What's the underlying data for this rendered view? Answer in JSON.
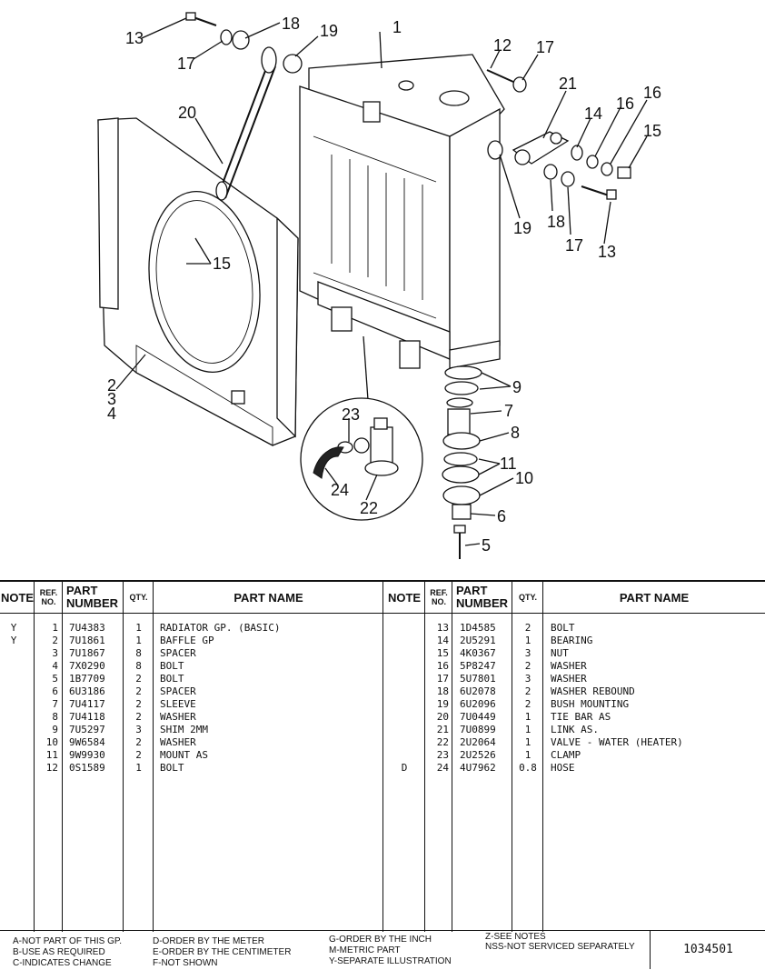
{
  "callouts": [
    "1",
    "2",
    "3",
    "4",
    "5",
    "6",
    "7",
    "8",
    "9",
    "10",
    "11",
    "12",
    "13",
    "14",
    "15",
    "16",
    "17",
    "18",
    "19",
    "20",
    "21",
    "22",
    "23",
    "24"
  ],
  "table": {
    "headers": {
      "note": "NOTE",
      "ref_no_1": "REF.",
      "ref_no_2": "NO.",
      "part_number_1": "PART",
      "part_number_2": "NUMBER",
      "qty": "QTY.",
      "part_name": "PART NAME"
    },
    "left": [
      {
        "note": "Y",
        "ref": "1",
        "part": "7U4383",
        "qty": "1",
        "name": "RADIATOR GP. (BASIC)"
      },
      {
        "note": "Y",
        "ref": "2",
        "part": "7U1861",
        "qty": "1",
        "name": "BAFFLE GP"
      },
      {
        "note": "",
        "ref": "3",
        "part": "7U1867",
        "qty": "8",
        "name": "SPACER"
      },
      {
        "note": "",
        "ref": "4",
        "part": "7X0290",
        "qty": "8",
        "name": "BOLT"
      },
      {
        "note": "",
        "ref": "5",
        "part": "1B7709",
        "qty": "2",
        "name": "BOLT"
      },
      {
        "note": "",
        "ref": "6",
        "part": "6U3186",
        "qty": "2",
        "name": "SPACER"
      },
      {
        "note": "",
        "ref": "7",
        "part": "7U4117",
        "qty": "2",
        "name": "SLEEVE"
      },
      {
        "note": "",
        "ref": "8",
        "part": "7U4118",
        "qty": "2",
        "name": "WASHER"
      },
      {
        "note": "",
        "ref": "9",
        "part": "7U5297",
        "qty": "3",
        "name": "SHIM 2MM"
      },
      {
        "note": "",
        "ref": "10",
        "part": "9W6584",
        "qty": "2",
        "name": "WASHER"
      },
      {
        "note": "",
        "ref": "11",
        "part": "9W9930",
        "qty": "2",
        "name": "MOUNT AS"
      },
      {
        "note": "",
        "ref": "12",
        "part": "0S1589",
        "qty": "1",
        "name": "BOLT"
      }
    ],
    "right": [
      {
        "note": "",
        "ref": "13",
        "part": "1D4585",
        "qty": "2",
        "name": "BOLT"
      },
      {
        "note": "",
        "ref": "14",
        "part": "2U5291",
        "qty": "1",
        "name": "BEARING"
      },
      {
        "note": "",
        "ref": "15",
        "part": "4K0367",
        "qty": "3",
        "name": "NUT"
      },
      {
        "note": "",
        "ref": "16",
        "part": "5P8247",
        "qty": "2",
        "name": "WASHER"
      },
      {
        "note": "",
        "ref": "17",
        "part": "5U7801",
        "qty": "3",
        "name": "WASHER"
      },
      {
        "note": "",
        "ref": "18",
        "part": "6U2078",
        "qty": "2",
        "name": "WASHER REBOUND"
      },
      {
        "note": "",
        "ref": "19",
        "part": "6U2096",
        "qty": "2",
        "name": "BUSH MOUNTING"
      },
      {
        "note": "",
        "ref": "20",
        "part": "7U0449",
        "qty": "1",
        "name": "TIE BAR AS"
      },
      {
        "note": "",
        "ref": "21",
        "part": "7U0899",
        "qty": "1",
        "name": "LINK AS."
      },
      {
        "note": "",
        "ref": "22",
        "part": "2U2064",
        "qty": "1",
        "name": "VALVE - WATER (HEATER)"
      },
      {
        "note": "",
        "ref": "23",
        "part": "2U2526",
        "qty": "1",
        "name": "CLAMP"
      },
      {
        "note": "D",
        "ref": "24",
        "part": "4U7962",
        "qty": "0.8",
        "name": "HOSE"
      }
    ]
  },
  "legend": {
    "a": "A-NOT PART OF THIS GP.",
    "b": "B-USE AS REQUIRED",
    "c": "C-INDICATES CHANGE",
    "d": "D-ORDER BY THE METER",
    "e": "E-ORDER BY THE CENTIMETER",
    "f": "F-NOT SHOWN",
    "g": "G-ORDER BY THE INCH",
    "m": "M-METRIC PART",
    "y": "Y-SEPARATE ILLUSTRATION",
    "z": "Z-SEE NOTES",
    "nss": "NSS-NOT SERVICED SEPARATELY"
  },
  "drawing_number": "1034501"
}
